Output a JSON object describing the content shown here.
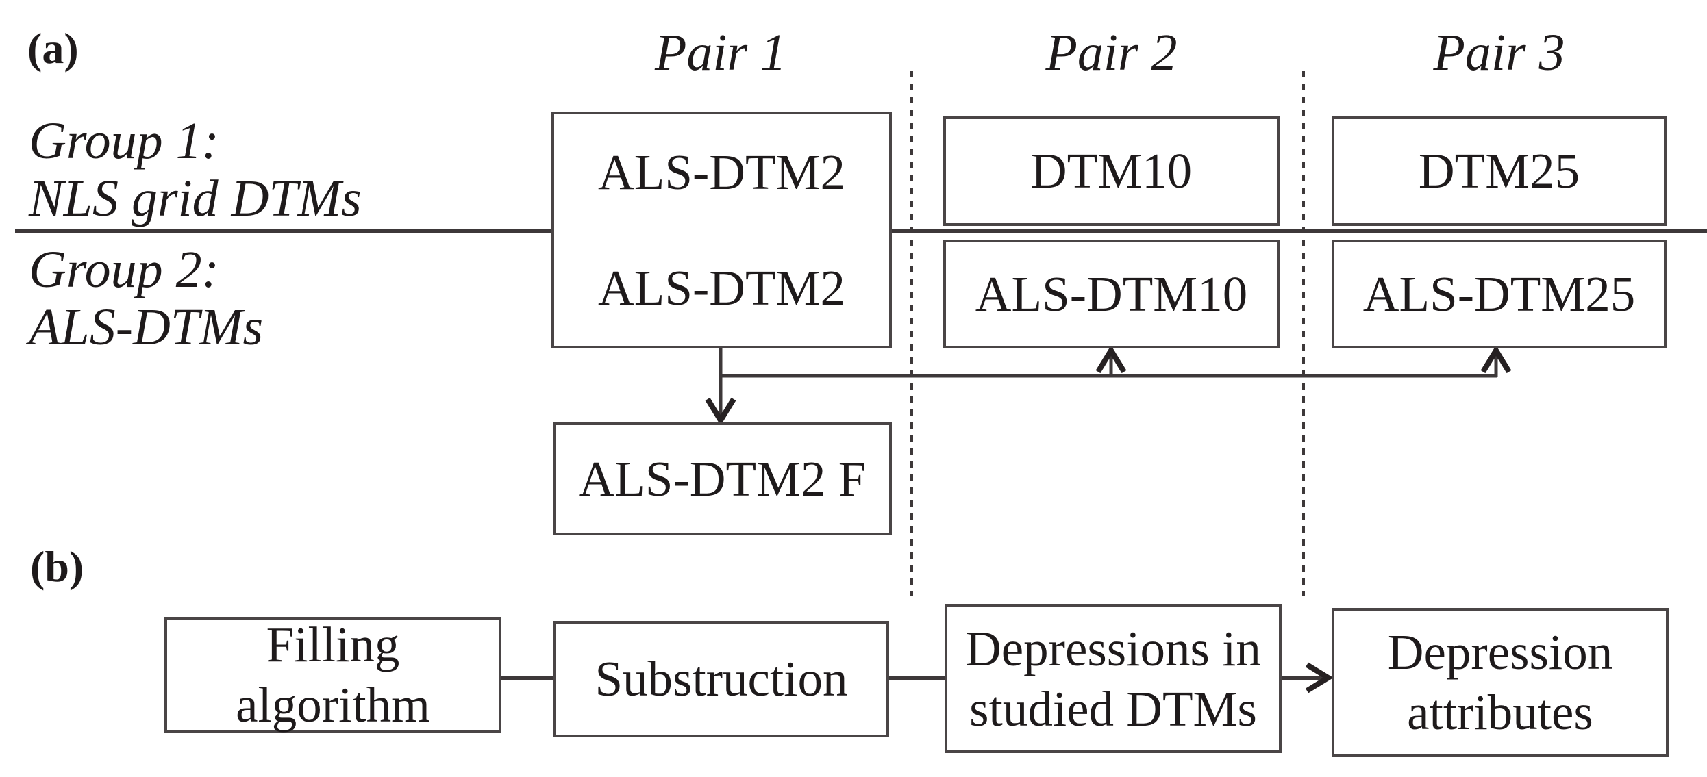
{
  "figure": {
    "panel_a": {
      "label": "(a)",
      "pair_titles": [
        {
          "label": "Pair 1"
        },
        {
          "label": "Pair 2"
        },
        {
          "label": "Pair 3"
        }
      ],
      "group1": {
        "line1": "Group 1:",
        "line2": "NLS grid DTMs"
      },
      "group2": {
        "line1": "Group 2:",
        "line2": "ALS-DTMs"
      },
      "boxes": {
        "pair1_top": "ALS-DTM2",
        "pair1_bottom": "ALS-DTM2",
        "pair2_top": "DTM10",
        "pair2_bottom": "ALS-DTM10",
        "pair3_top": "DTM25",
        "pair3_bottom": "ALS-DTM25",
        "filtered": "ALS-DTM2 F"
      }
    },
    "panel_b": {
      "label": "(b)",
      "steps": [
        {
          "line1": "Filling algorithm",
          "line2": ""
        },
        {
          "line1": "Substruction",
          "line2": ""
        },
        {
          "line1": "Depressions in",
          "line2": "studied DTMs"
        },
        {
          "line1": "Depression",
          "line2": "attributes"
        }
      ]
    },
    "colors": {
      "background": "#ffffff",
      "line": "#3d3839",
      "box_border": "#4a4546",
      "arrowhead": "#262122",
      "text": "#1e1a1b"
    }
  }
}
